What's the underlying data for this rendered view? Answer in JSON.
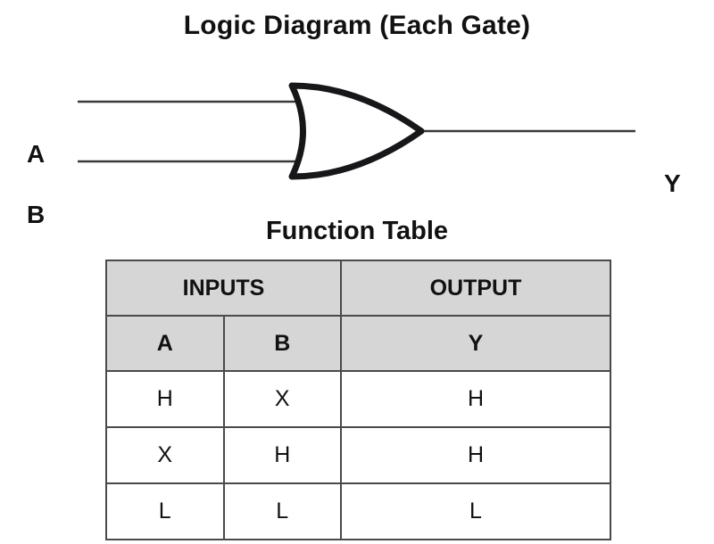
{
  "diagram": {
    "title": "Logic Diagram (Each Gate)",
    "gate_type": "or-gate",
    "inputs": [
      {
        "label": "A"
      },
      {
        "label": "B"
      }
    ],
    "output": {
      "label": "Y"
    }
  },
  "function_table": {
    "title": "Function Table",
    "group_headers": [
      {
        "label": "INPUTS",
        "span": 2
      },
      {
        "label": "OUTPUT",
        "span": 1
      }
    ],
    "column_headers": [
      "A",
      "B",
      "Y"
    ],
    "rows": [
      [
        "H",
        "X",
        "H"
      ],
      [
        "X",
        "H",
        "H"
      ],
      [
        "L",
        "L",
        "L"
      ]
    ]
  },
  "colors": {
    "line": "#111111",
    "header_fill": "#d6d6d6",
    "border": "#4a4a4a",
    "background": "#ffffff"
  }
}
